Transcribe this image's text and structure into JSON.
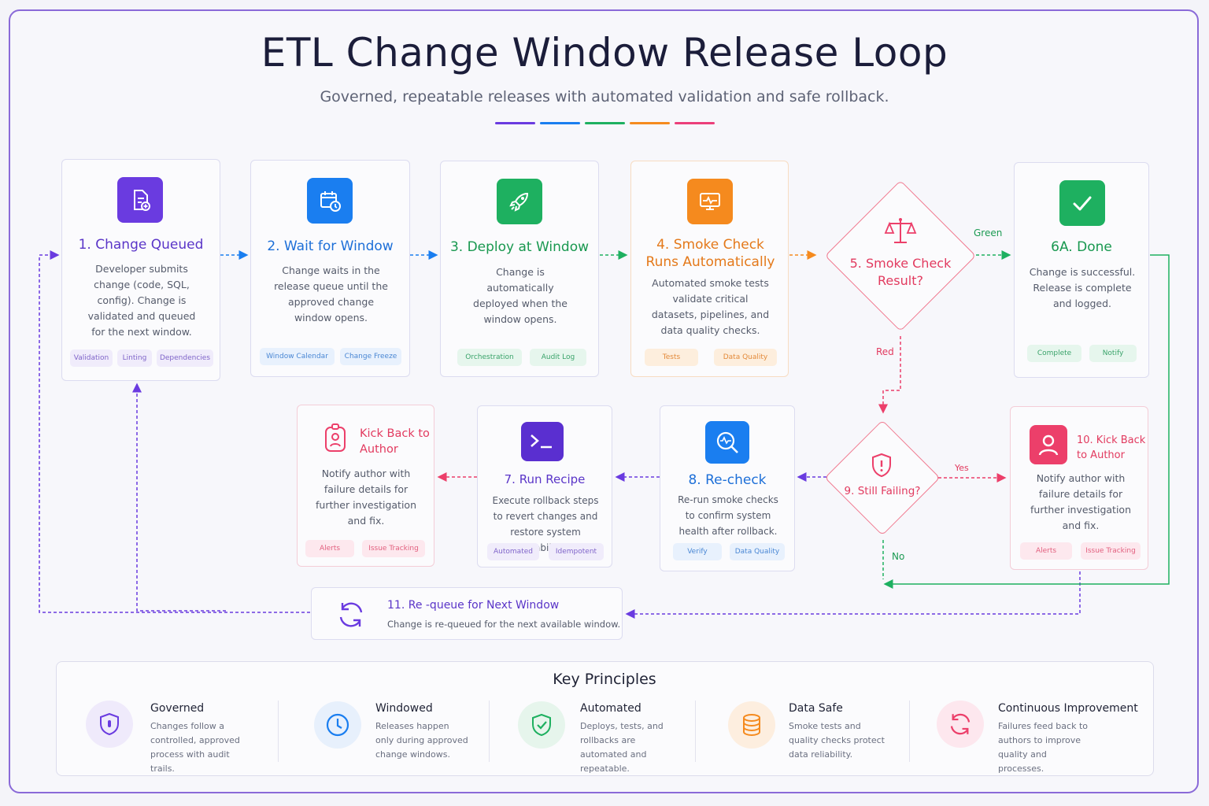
{
  "header": {
    "title": "ETL Change Window Release Loop",
    "subtitle": "Governed, repeatable releases with automated validation and safe rollback."
  },
  "accent_bars": [
    "#6a3be0",
    "#1a7ef0",
    "#1eb060",
    "#f58a1e",
    "#ec3f7a"
  ],
  "steps": {
    "s1": {
      "title": "1. Change Queued",
      "desc": "Developer submits change (code, SQL, config). Change is validated and queued for the next window.",
      "tags": [
        "Validation",
        "Linting",
        "Dependencies"
      ],
      "icon": "file-add-icon",
      "color": "#6a3be0"
    },
    "s2": {
      "title": "2. Wait for Window",
      "desc": "Change waits in the release queue until the approved change window opens.",
      "tags": [
        "Window Calendar",
        "Change Freeze"
      ],
      "icon": "calendar-clock-icon",
      "color": "#1a7ef0"
    },
    "s3": {
      "title": "3. Deploy at Window",
      "desc": "Change is automatically deployed when the window opens.",
      "tags": [
        "Orchestration",
        "Audit Log"
      ],
      "icon": "rocket-icon",
      "color": "#1eb060"
    },
    "s4": {
      "title": "4. Smoke Check Runs Automatically",
      "desc": "Automated smoke tests validate critical datasets, pipelines, and data quality checks.",
      "tags": [
        "Tests",
        "Data Quality"
      ],
      "icon": "monitor-pulse-icon",
      "color": "#f58a1e"
    },
    "s5": {
      "title": "5. Smoke Check Result?",
      "icon": "scales-icon",
      "color": "#ec3f6a"
    },
    "s6a": {
      "title": "6A. Done",
      "desc": "Change is successful. Release is complete and logged.",
      "tags": [
        "Complete",
        "Notify"
      ],
      "icon": "check-icon",
      "color": "#1eb060"
    },
    "s7": {
      "title": "7. Run Recipe",
      "desc": "Execute rollback steps to revert changes and restore system stability.",
      "tags": [
        "Automated",
        "Idempotent"
      ],
      "icon": "terminal-icon",
      "color": "#6a3be0"
    },
    "s8": {
      "title": "8. Re-check",
      "desc": "Re-run smoke checks to confirm system health after rollback.",
      "tags": [
        "Verify",
        "Data Quality"
      ],
      "icon": "search-pulse-icon",
      "color": "#1a7ef0"
    },
    "s9": {
      "title": "9. Still Failing?",
      "icon": "alert-shield-icon",
      "color": "#ec3f6a"
    },
    "s10": {
      "title": "10. Kick Back to Author",
      "desc": "Notify author with failure details for further investigation and fix.",
      "tags": [
        "Alerts",
        "Issue Tracking"
      ],
      "icon": "user-icon",
      "color": "#ec3f6a"
    },
    "kick": {
      "title": "Kick Back to Author",
      "desc": "Notify author with failure details for further investigation and fix.",
      "tags": [
        "Alerts",
        "Issue Tracking"
      ],
      "icon": "user-badge-icon",
      "color": "#ec3f6a"
    },
    "s11": {
      "title": "11. Re -queue for Next Window",
      "desc": "Change is re-queued for the next available window.",
      "icon": "refresh-icon",
      "color": "#6a3be0"
    }
  },
  "edge_labels": {
    "green": "Green",
    "red": "Red",
    "yes": "Yes",
    "no": "No"
  },
  "principles": {
    "heading": "Key Principles",
    "items": [
      {
        "title": "Governed",
        "desc": "Changes follow a controlled, approved process with audit trails.",
        "icon": "shield-icon",
        "color": "#6a3be0"
      },
      {
        "title": "Windowed",
        "desc": "Releases happen only during approved change windows.",
        "icon": "clock-icon",
        "color": "#1a7ef0"
      },
      {
        "title": "Automated",
        "desc": "Deploys, tests, and rollbacks are automated and repeatable.",
        "icon": "shield-check-icon",
        "color": "#1eb060"
      },
      {
        "title": "Data Safe",
        "desc": "Smoke tests and quality checks protect data reliability.",
        "icon": "database-icon",
        "color": "#f58a1e"
      },
      {
        "title": "Continuous Improvement",
        "desc": "Failures feed back to authors to improve quality and processes.",
        "icon": "cycle-icon",
        "color": "#ec3f6a"
      }
    ]
  }
}
